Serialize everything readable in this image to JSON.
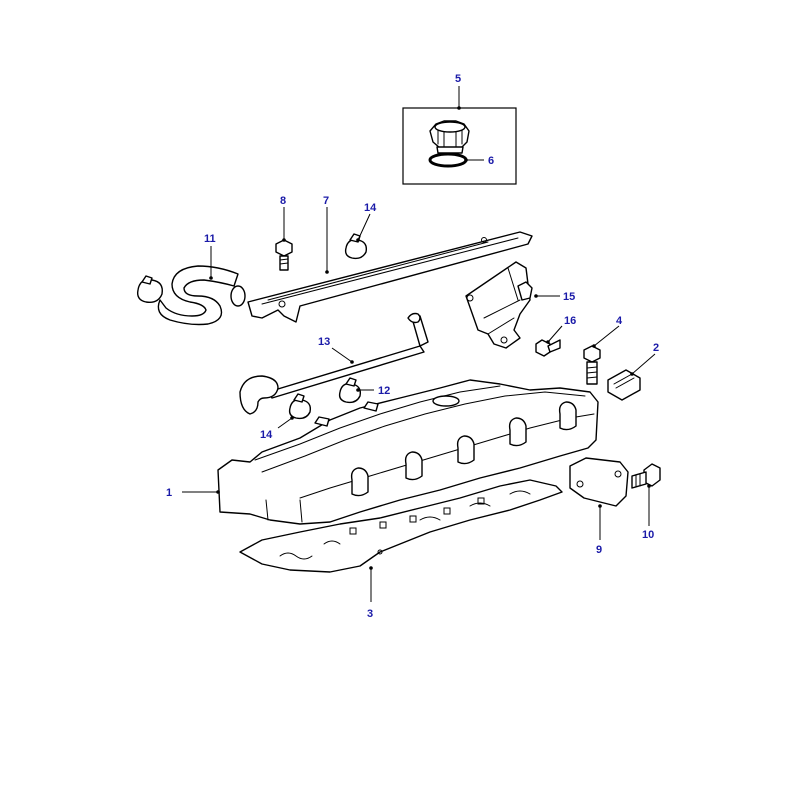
{
  "callouts": {
    "c1": "1",
    "c2": "2",
    "c3": "3",
    "c4": "4",
    "c5": "5",
    "c6": "6",
    "c7": "7",
    "c8": "8",
    "c9": "9",
    "c10": "10",
    "c11": "11",
    "c12": "12",
    "c13": "13",
    "c14a": "14",
    "c14b": "14",
    "c15": "15",
    "c16": "16"
  },
  "colors": {
    "callout_text": "#1a1aa8",
    "line": "#000000",
    "background": "#ffffff"
  }
}
